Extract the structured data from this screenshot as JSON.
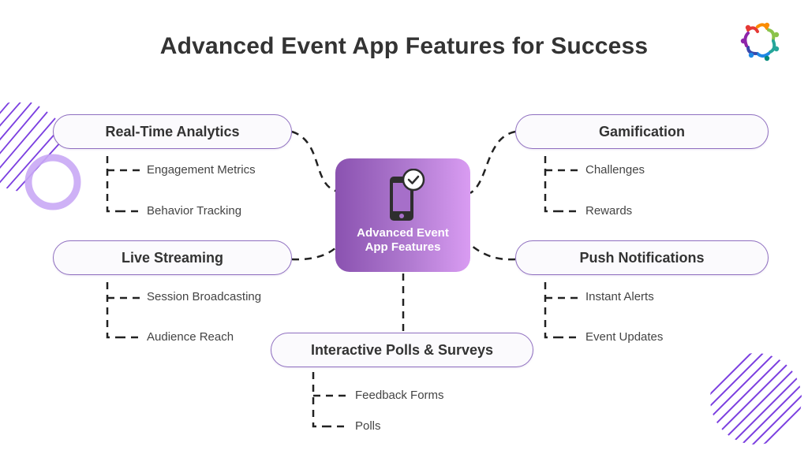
{
  "title": "Advanced Event App Features for Success",
  "logo": {
    "icon": "community-circle-logo-icon"
  },
  "center": {
    "label_line1": "Advanced Event",
    "label_line2": "App Features",
    "icon": "smartphone-check-icon"
  },
  "branches": [
    {
      "id": "real-time-analytics",
      "label": "Real-Time Analytics",
      "items": [
        "Engagement Metrics",
        "Behavior Tracking"
      ]
    },
    {
      "id": "live-streaming",
      "label": "Live Streaming",
      "items": [
        "Session Broadcasting",
        "Audience Reach"
      ]
    },
    {
      "id": "gamification",
      "label": "Gamification",
      "items": [
        "Challenges",
        "Rewards"
      ]
    },
    {
      "id": "push-notifications",
      "label": "Push Notifications",
      "items": [
        "Instant Alerts",
        "Event Updates"
      ]
    },
    {
      "id": "interactive-polls-surveys",
      "label": "Interactive Polls & Surveys",
      "items": [
        "Feedback Forms",
        "Polls"
      ]
    }
  ],
  "colors": {
    "accent_purple": "#8a52b0",
    "accent_light_purple": "#d99cf2",
    "pill_border": "#8f6fc0",
    "stripes": "#7b3fe0",
    "ring": "#c9a8f5",
    "text_dark": "#333333"
  }
}
